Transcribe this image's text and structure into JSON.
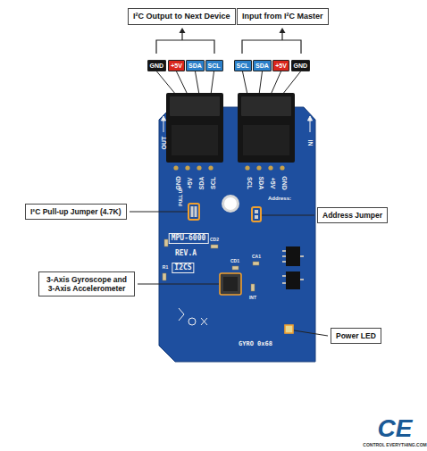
{
  "diagram": {
    "nodes": [
      {
        "text": [
          "I²C Output to Next Device"
        ]
      },
      {
        "text": [
          "Input from I²C Master"
        ]
      },
      {
        "text": [
          "GND"
        ]
      },
      {
        "text": [
          "+5V"
        ]
      },
      {
        "text": [
          "SDA"
        ]
      },
      {
        "text": [
          "SCL"
        ]
      },
      {
        "text": [
          "SCL"
        ]
      },
      {
        "text": [
          "SDA"
        ]
      },
      {
        "text": [
          "+5V"
        ]
      },
      {
        "text": [
          "GND"
        ]
      },
      {
        "text": [
          "I²C Pull-up Jumper (4.7K)"
        ]
      },
      {
        "text": [
          "Address Jumper"
        ]
      },
      {
        "text": [
          "3-Axis Gyroscope and 3-Axis Accelerometer"
        ]
      },
      {
        "text": [
          "Power LED"
        ]
      }
    ],
    "labels": [
      "OUT",
      "IN",
      "GND",
      "+5V",
      "SDA",
      "SCL",
      "SCL",
      "SDA",
      "+5V",
      "GND",
      "PULL UP",
      "Address:",
      "MPU-6000",
      "REV.A",
      "I2CS",
      "CD2",
      "CD1",
      "CA1",
      "INT",
      "R1",
      "GYRO 0x68",
      "CE",
      "CONTROL EVERYTHING.COM"
    ]
  }
}
